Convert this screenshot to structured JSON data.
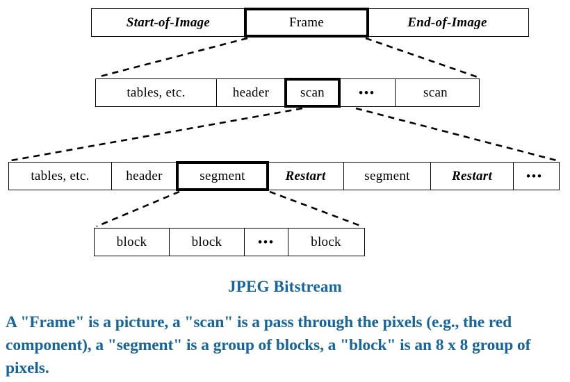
{
  "diagram": {
    "title": "JPEG Bitstream",
    "accent_color": "#15669f",
    "line_color": "#000000",
    "rows": [
      {
        "name": "image-level",
        "cells": [
          {
            "label": "Start-of-Image",
            "style": "italic",
            "emphasis": false
          },
          {
            "label": "Frame",
            "style": "normal",
            "emphasis": true
          },
          {
            "label": "End-of-Image",
            "style": "italic",
            "emphasis": false
          }
        ]
      },
      {
        "name": "frame-level",
        "cells": [
          {
            "label": "tables, etc.",
            "style": "normal",
            "emphasis": false
          },
          {
            "label": "header",
            "style": "normal",
            "emphasis": false
          },
          {
            "label": "scan",
            "style": "normal",
            "emphasis": true
          },
          {
            "label": "•••",
            "style": "ellipsis",
            "emphasis": false
          },
          {
            "label": "scan",
            "style": "normal",
            "emphasis": false
          }
        ]
      },
      {
        "name": "scan-level",
        "cells": [
          {
            "label": "tables, etc.",
            "style": "normal",
            "emphasis": false
          },
          {
            "label": "header",
            "style": "normal",
            "emphasis": false
          },
          {
            "label": "segment",
            "style": "normal",
            "emphasis": true
          },
          {
            "label": "Restart",
            "style": "italic",
            "emphasis": false
          },
          {
            "label": "segment",
            "style": "normal",
            "emphasis": false
          },
          {
            "label": "Restart",
            "style": "italic",
            "emphasis": false
          },
          {
            "label": "•••",
            "style": "ellipsis",
            "emphasis": false
          }
        ]
      },
      {
        "name": "segment-level",
        "cells": [
          {
            "label": "block",
            "style": "normal",
            "emphasis": false
          },
          {
            "label": "block",
            "style": "normal",
            "emphasis": false
          },
          {
            "label": "•••",
            "style": "ellipsis",
            "emphasis": false
          },
          {
            "label": "block",
            "style": "normal",
            "emphasis": false
          }
        ]
      }
    ]
  },
  "description": {
    "text": "A \"Frame\" is a picture, a \"scan\" is a pass through the pixels (e.g., the red component), a \"segment\" is a group of blocks, a \"block\" is an 8 x 8 group of pixels."
  }
}
